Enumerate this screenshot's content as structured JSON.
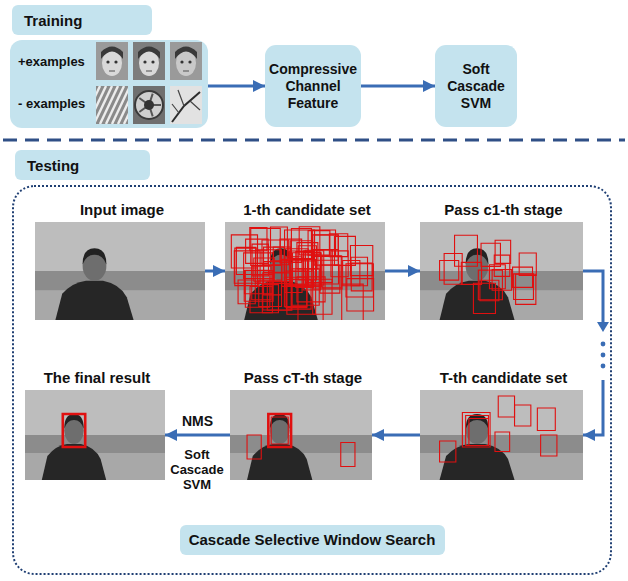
{
  "diagram": {
    "nodes": [
      {
        "text": [
          "Training"
        ]
      },
      {
        "text": [
          "+examples",
          "- examples"
        ]
      },
      {
        "text": [
          "Compressive Channel Feature"
        ]
      },
      {
        "text": [
          "Soft Cascade SVM"
        ]
      },
      {
        "text": [
          "Testing"
        ]
      },
      {
        "text": [
          "Cascade Selective Window Search"
        ]
      },
      {
        "text": [
          "Input image"
        ],
        "in": 5
      },
      {
        "text": [
          "1-th candidate set"
        ],
        "in": 5
      },
      {
        "text": [
          "Pass c1-th stage"
        ],
        "in": 5
      },
      {
        "text": [
          "T-th candidate set"
        ],
        "in": 5
      },
      {
        "text": [
          "Pass cT-th stage"
        ],
        "in": 5
      },
      {
        "text": [
          "The final result"
        ],
        "in": 5
      }
    ],
    "edges": [
      {
        "from": 1,
        "to": 2,
        "arrow": "to"
      },
      {
        "from": 2,
        "to": 3,
        "arrow": "to"
      },
      {
        "from": 6,
        "to": 7,
        "arrow": "to"
      },
      {
        "from": 7,
        "to": 8,
        "arrow": "to"
      },
      {
        "from": 8,
        "to": 9,
        "arrow": "to"
      },
      {
        "from": 9,
        "to": 10,
        "arrow": "to"
      },
      {
        "from": 10,
        "to": 11,
        "arrow": "to",
        "label": "NMS"
      }
    ],
    "labels": [
      "Soft Cascade SVM"
    ]
  }
}
